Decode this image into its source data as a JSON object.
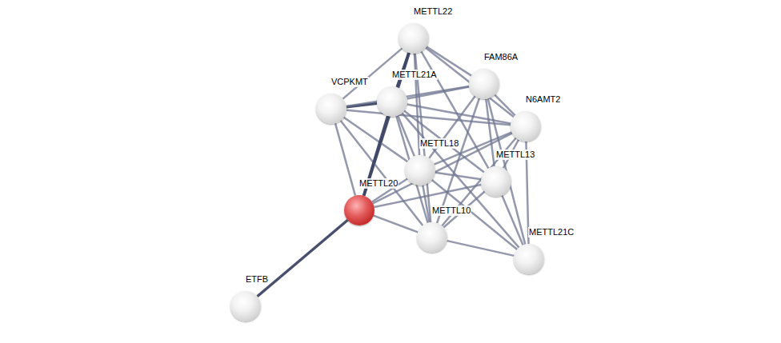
{
  "diagram": {
    "nodes": [
      {
        "text": [
          "METTL22"
        ]
      },
      {
        "text": [
          "VCPKMT"
        ]
      },
      {
        "text": [
          "METTL21A"
        ]
      },
      {
        "text": [
          "FAM86A"
        ]
      },
      {
        "text": [
          "N6AMT2"
        ]
      },
      {
        "text": [
          "METTL18"
        ]
      },
      {
        "text": [
          "METTL13"
        ]
      },
      {
        "text": [
          "METTL20"
        ]
      },
      {
        "text": [
          "METTL10"
        ]
      },
      {
        "text": [
          "METTL21C"
        ]
      },
      {
        "text": [
          "ETFB"
        ]
      }
    ],
    "edges": [
      {
        "from": 0,
        "to": 1,
        "arrow": "none"
      },
      {
        "from": 0,
        "to": 2,
        "arrow": "none"
      },
      {
        "from": 0,
        "to": 3,
        "arrow": "none"
      },
      {
        "from": 0,
        "to": 4,
        "arrow": "none"
      },
      {
        "from": 0,
        "to": 5,
        "arrow": "none"
      },
      {
        "from": 0,
        "to": 6,
        "arrow": "none"
      },
      {
        "from": 0,
        "to": 8,
        "arrow": "none"
      },
      {
        "from": 0,
        "to": 7,
        "arrow": "none"
      },
      {
        "from": 1,
        "to": 2,
        "arrow": "none"
      },
      {
        "from": 1,
        "to": 3,
        "arrow": "none"
      },
      {
        "from": 1,
        "to": 4,
        "arrow": "none"
      },
      {
        "from": 1,
        "to": 5,
        "arrow": "none"
      },
      {
        "from": 1,
        "to": 8,
        "arrow": "none"
      },
      {
        "from": 1,
        "to": 7,
        "arrow": "none"
      },
      {
        "from": 2,
        "to": 3,
        "arrow": "none"
      },
      {
        "from": 2,
        "to": 4,
        "arrow": "none"
      },
      {
        "from": 2,
        "to": 5,
        "arrow": "none"
      },
      {
        "from": 2,
        "to": 6,
        "arrow": "none"
      },
      {
        "from": 2,
        "to": 8,
        "arrow": "none"
      },
      {
        "from": 2,
        "to": 9,
        "arrow": "none"
      },
      {
        "from": 2,
        "to": 7,
        "arrow": "none"
      },
      {
        "from": 3,
        "to": 4,
        "arrow": "none"
      },
      {
        "from": 3,
        "to": 5,
        "arrow": "none"
      },
      {
        "from": 3,
        "to": 6,
        "arrow": "none"
      },
      {
        "from": 3,
        "to": 8,
        "arrow": "none"
      },
      {
        "from": 3,
        "to": 9,
        "arrow": "none"
      },
      {
        "from": 4,
        "to": 5,
        "arrow": "none"
      },
      {
        "from": 4,
        "to": 6,
        "arrow": "none"
      },
      {
        "from": 4,
        "to": 8,
        "arrow": "none"
      },
      {
        "from": 4,
        "to": 9,
        "arrow": "none"
      },
      {
        "from": 4,
        "to": 7,
        "arrow": "none"
      },
      {
        "from": 5,
        "to": 6,
        "arrow": "none"
      },
      {
        "from": 5,
        "to": 8,
        "arrow": "none"
      },
      {
        "from": 5,
        "to": 9,
        "arrow": "none"
      },
      {
        "from": 5,
        "to": 7,
        "arrow": "none"
      },
      {
        "from": 6,
        "to": 8,
        "arrow": "none"
      },
      {
        "from": 6,
        "to": 9,
        "arrow": "none"
      },
      {
        "from": 6,
        "to": 7,
        "arrow": "none"
      },
      {
        "from": 8,
        "to": 9,
        "arrow": "none"
      },
      {
        "from": 8,
        "to": 7,
        "arrow": "none"
      },
      {
        "from": 7,
        "to": 10,
        "arrow": "none"
      }
    ]
  }
}
